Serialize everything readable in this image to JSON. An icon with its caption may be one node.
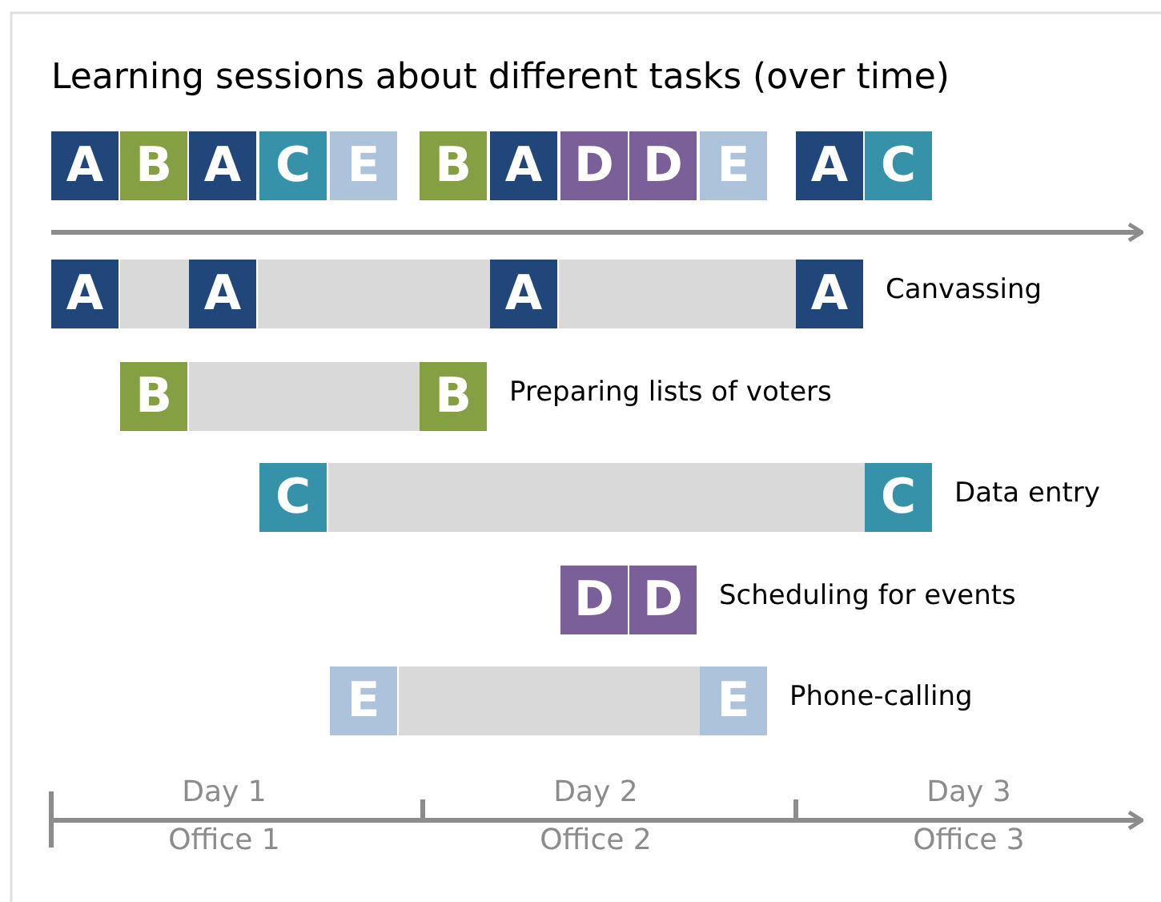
{
  "diagram": {
    "title": "Learning sessions about different tasks (over time)",
    "nodes": [
      {
        "text": [
          "A"
        ]
      },
      {
        "text": [
          "B"
        ]
      },
      {
        "text": [
          "A"
        ]
      },
      {
        "text": [
          "C"
        ]
      },
      {
        "text": [
          "E"
        ]
      },
      {
        "text": [
          "B"
        ]
      },
      {
        "text": [
          "A"
        ]
      },
      {
        "text": [
          "D"
        ]
      },
      {
        "text": [
          "D"
        ]
      },
      {
        "text": [
          "E"
        ]
      },
      {
        "text": [
          "A"
        ]
      },
      {
        "text": [
          "C"
        ]
      },
      {
        "text": [
          "A"
        ]
      },
      {
        "text": [
          "A"
        ]
      },
      {
        "text": [
          "A"
        ]
      },
      {
        "text": [
          "A"
        ],
        "beside": [
          "Canvassing"
        ]
      },
      {
        "text": [
          "B"
        ]
      },
      {
        "text": [
          "B"
        ],
        "beside": [
          "Preparing lists of voters"
        ]
      },
      {
        "text": [
          "C"
        ]
      },
      {
        "text": [
          "C"
        ],
        "beside": [
          "Data entry"
        ]
      },
      {
        "text": [
          "D"
        ]
      },
      {
        "text": [
          "D"
        ],
        "beside": [
          "Scheduling for events"
        ]
      },
      {
        "text": [
          "E"
        ]
      },
      {
        "text": [
          "E"
        ],
        "beside": [
          "Phone-calling"
        ]
      },
      {
        "text": [],
        "shape": "bar"
      },
      {
        "text": [],
        "shape": "bar"
      },
      {
        "text": [],
        "shape": "bar"
      },
      {
        "text": [],
        "shape": "bar"
      },
      {
        "text": [],
        "shape": "bar"
      },
      {
        "text": [],
        "shape": "bar"
      }
    ],
    "edges": [],
    "labels": [
      "Day 1",
      "Day 2",
      "Day 3",
      "Office 1",
      "Office 2",
      "Office 3"
    ]
  }
}
